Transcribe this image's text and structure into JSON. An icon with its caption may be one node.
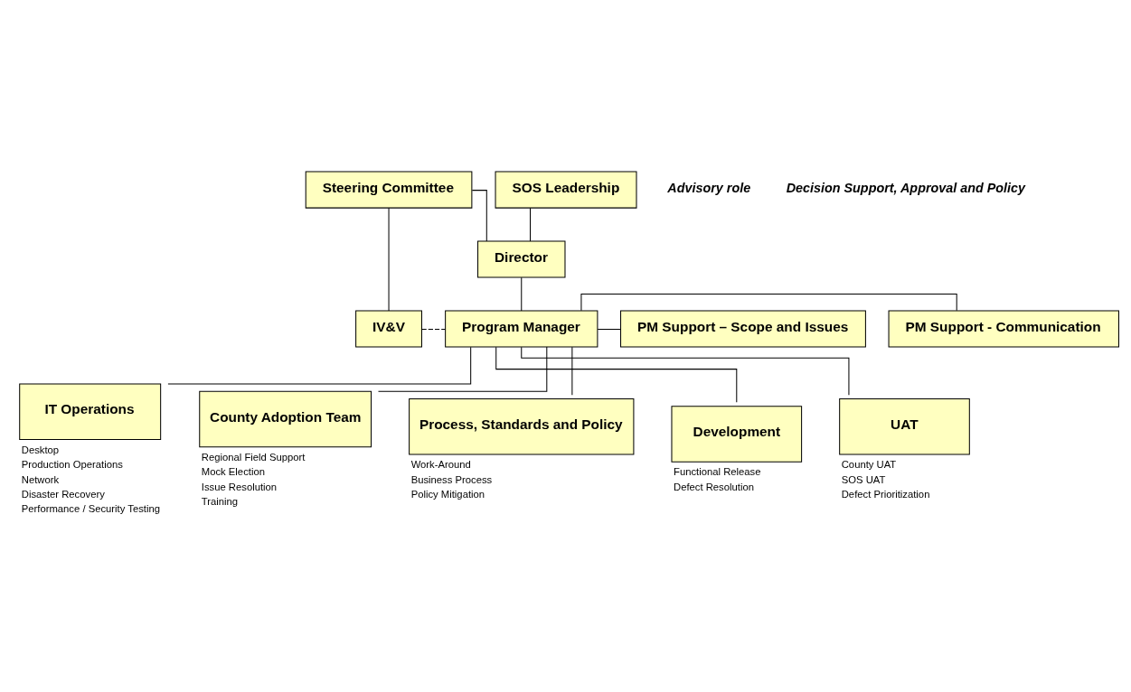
{
  "diagram": {
    "nodes": [
      {
        "text": [
          "Steering Committee"
        ]
      },
      {
        "text": [
          "SOS Leadership"
        ]
      },
      {
        "text": [
          "Director"
        ]
      },
      {
        "text": [
          "IV&V"
        ]
      },
      {
        "text": [
          "Program Manager"
        ]
      },
      {
        "text": [
          "PM Support - Communication"
        ]
      },
      {
        "text": [
          "PM Support – Scope and Issues"
        ]
      },
      {
        "text": [
          "IT Operations"
        ],
        "beside": [
          "Desktop",
          "Production Operations",
          "Network",
          "Disaster Recovery",
          "Performance / Security Testing"
        ]
      },
      {
        "text": [
          "County Adoption Team"
        ],
        "beside": [
          "Regional Field Support",
          "Mock Election",
          "Issue Resolution",
          "Training"
        ]
      },
      {
        "text": [
          "Process, Standards and Policy"
        ],
        "beside": [
          "Work-Around",
          "Business Process",
          "Policy Mitigation"
        ]
      },
      {
        "text": [
          "Development"
        ],
        "beside": [
          "Functional Release",
          "Defect Resolution"
        ]
      },
      {
        "text": [
          "UAT"
        ],
        "beside": [
          "County UAT",
          "SOS UAT",
          "Defect Prioritization"
        ]
      }
    ],
    "edges": [
      {
        "from": 0,
        "to": 2,
        "arrow": "none"
      },
      {
        "from": 0,
        "to": 3,
        "arrow": "none"
      },
      {
        "from": 1,
        "to": 2,
        "arrow": "none"
      },
      {
        "from": 2,
        "to": 4,
        "arrow": "none"
      },
      {
        "from": 3,
        "to": 4,
        "arrow": "none",
        "style": "dashed"
      },
      {
        "from": 4,
        "to": 5,
        "arrow": "none"
      },
      {
        "from": 4,
        "to": 6,
        "arrow": "none"
      },
      {
        "from": 4,
        "to": 7,
        "arrow": "none"
      },
      {
        "from": 4,
        "to": 8,
        "arrow": "none"
      },
      {
        "from": 4,
        "to": 9,
        "arrow": "none"
      },
      {
        "from": 4,
        "to": 10,
        "arrow": "none"
      },
      {
        "from": 4,
        "to": 11,
        "arrow": "none"
      }
    ],
    "labels": [
      "Advisory role",
      "Decision Support, Approval and Policy"
    ]
  }
}
